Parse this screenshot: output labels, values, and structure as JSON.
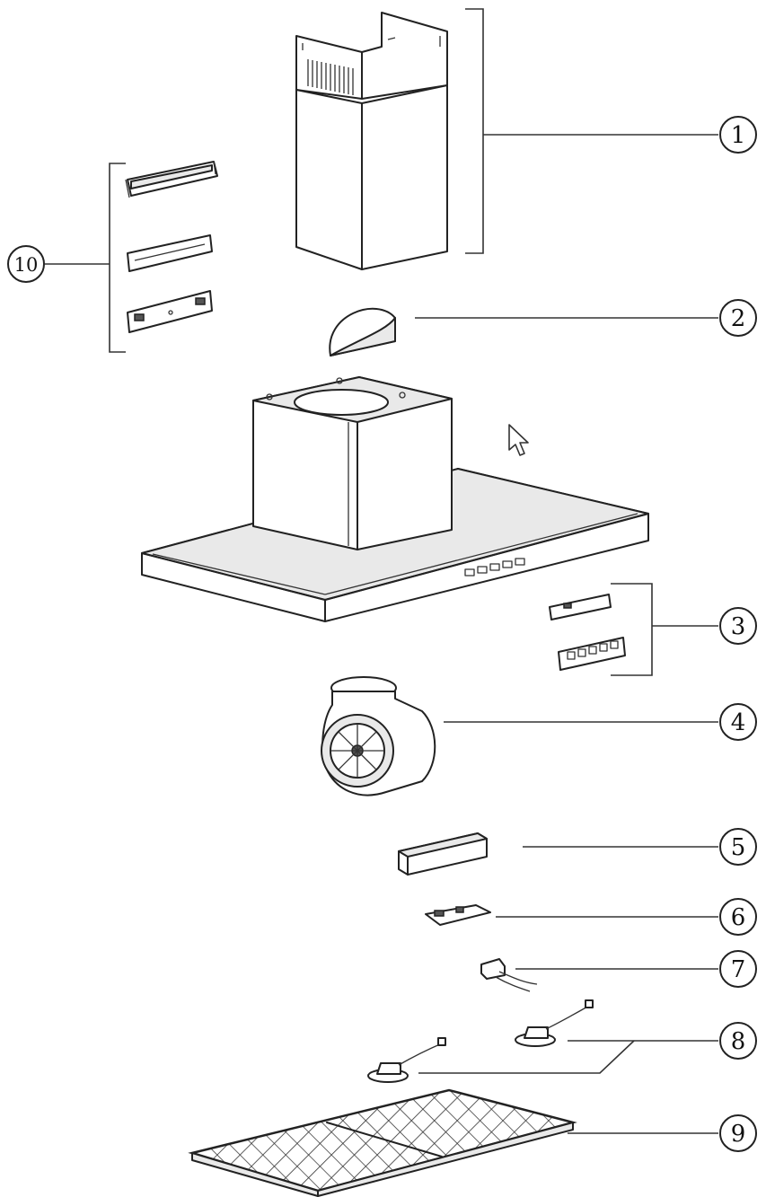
{
  "callouts": {
    "c1": "1",
    "c2": "2",
    "c3": "3",
    "c4": "4",
    "c5": "5",
    "c6": "6",
    "c7": "7",
    "c8": "8",
    "c9": "9",
    "c10": "10"
  },
  "colors": {
    "line": "#222222",
    "background": "#ffffff"
  },
  "icons": {
    "cursor": "mouse-pointer-icon"
  }
}
